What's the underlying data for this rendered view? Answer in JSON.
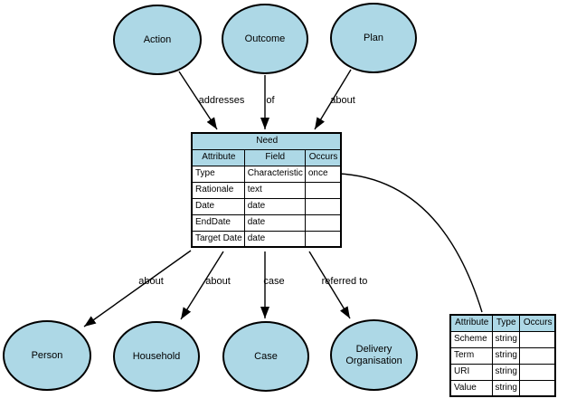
{
  "colors": {
    "node_fill": "#ADD8E6",
    "line": "#000000",
    "background": "#ffffff"
  },
  "nodes": {
    "action": {
      "label": "Action"
    },
    "outcome": {
      "label": "Outcome"
    },
    "plan": {
      "label": "Plan"
    },
    "person": {
      "label": "Person"
    },
    "household": {
      "label": "Household"
    },
    "case": {
      "label": "Case"
    },
    "delivery_organisation": {
      "label": "Delivery Organisation"
    }
  },
  "edges": {
    "addresses": {
      "label": "addresses"
    },
    "of": {
      "label": "of"
    },
    "about_plan": {
      "label": "about"
    },
    "about_person": {
      "label": "about"
    },
    "about_household": {
      "label": "about"
    },
    "case": {
      "label": "case"
    },
    "referred_to": {
      "label": "referred to"
    }
  },
  "need_table": {
    "title": "Need",
    "columns": [
      "Attribute",
      "Field",
      "Occurs"
    ],
    "rows": [
      {
        "attribute": "Type",
        "field": "Characteristic",
        "occurs": "once"
      },
      {
        "attribute": "Rationale",
        "field": "text",
        "occurs": ""
      },
      {
        "attribute": "Date",
        "field": "date",
        "occurs": ""
      },
      {
        "attribute": "EndDate",
        "field": "date",
        "occurs": ""
      },
      {
        "attribute": "Target Date",
        "field": "date",
        "occurs": ""
      }
    ]
  },
  "attribute_table": {
    "columns": [
      "Attribute",
      "Type",
      "Occurs"
    ],
    "rows": [
      {
        "attribute": "Scheme",
        "type": "string",
        "occurs": ""
      },
      {
        "attribute": "Term",
        "type": "string",
        "occurs": ""
      },
      {
        "attribute": "URI",
        "type": "string",
        "occurs": ""
      },
      {
        "attribute": "Value",
        "type": "string",
        "occurs": ""
      }
    ]
  }
}
